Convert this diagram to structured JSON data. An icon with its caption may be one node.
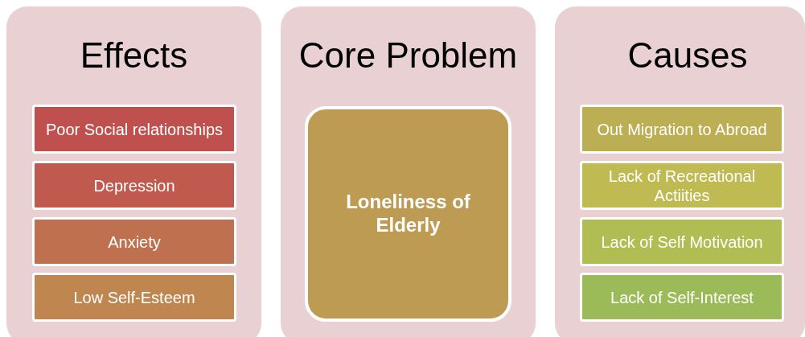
{
  "diagram": {
    "nodes": [
      {
        "text": [
          "Effects"
        ]
      },
      {
        "text": [
          "Poor Social relationships"
        ],
        "in": 0
      },
      {
        "text": [
          "Depression"
        ],
        "in": 0
      },
      {
        "text": [
          "Anxiety"
        ],
        "in": 0
      },
      {
        "text": [
          "Low Self-Esteem"
        ],
        "in": 0
      },
      {
        "text": [
          "Core Problem"
        ]
      },
      {
        "text": [
          "Loneliness of Elderly"
        ],
        "in": 5
      },
      {
        "text": [
          "Causes"
        ]
      },
      {
        "text": [
          "Out Migration to Abroad"
        ],
        "in": 7
      },
      {
        "text": [
          "Lack of Recreational Actiities"
        ],
        "in": 7
      },
      {
        "text": [
          "Lack of Self Motivation"
        ],
        "in": 7
      },
      {
        "text": [
          "Lack of Self-Interest"
        ],
        "in": 7
      }
    ]
  }
}
